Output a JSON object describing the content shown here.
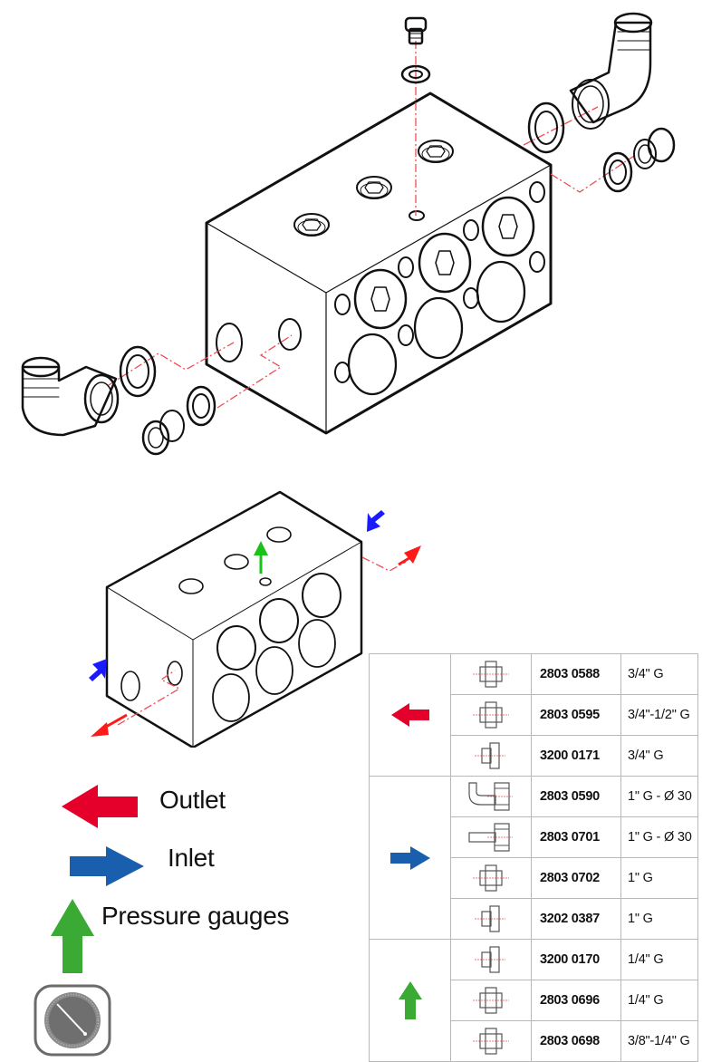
{
  "colors": {
    "outlet": "#e4002b",
    "inlet": "#1a5fad",
    "pressure_gauge": "#3aaa35",
    "axis_line": "#ee4d55",
    "table_border": "#b8b8b8"
  },
  "legend": [
    {
      "key": "outlet",
      "label": "Outlet",
      "arrow": "arrow-left",
      "color": "#e4002b"
    },
    {
      "key": "inlet",
      "label": "Inlet",
      "arrow": "arrow-right",
      "color": "#1a5fad"
    },
    {
      "key": "pressure_gauges",
      "label": "Pressure gauges",
      "arrow": "arrow-up",
      "color": "#3aaa35"
    }
  ],
  "gauge_icon": "pressure-gauge-icon",
  "parts_table": {
    "groups": [
      {
        "key": "outlet",
        "arrow": "arrow-left",
        "rows": [
          {
            "symbol": "double-nipple",
            "code": "2803 0588",
            "size": "3/4\" G"
          },
          {
            "symbol": "double-nipple",
            "code": "2803 0595",
            "size": "3/4\"-1/2\" G"
          },
          {
            "symbol": "plug",
            "code": "3200 0171",
            "size": "3/4\" G"
          }
        ]
      },
      {
        "key": "inlet",
        "arrow": "arrow-right",
        "rows": [
          {
            "symbol": "elbow-hose-fitting",
            "code": "2803 0590",
            "size": "1\" G - Ø 30"
          },
          {
            "symbol": "straight-hose-fitting",
            "code": "2803 0701",
            "size": "1\" G - Ø 30"
          },
          {
            "symbol": "double-nipple",
            "code": "2803 0702",
            "size": "1\" G"
          },
          {
            "symbol": "plug",
            "code": "3202 0387",
            "size": "1\" G"
          }
        ]
      },
      {
        "key": "pressure_gauges",
        "arrow": "arrow-up",
        "rows": [
          {
            "symbol": "plug",
            "code": "3200 0170",
            "size": "1/4\" G"
          },
          {
            "symbol": "double-nipple",
            "code": "2803 0696",
            "size": "1/4\" G"
          },
          {
            "symbol": "double-nipple",
            "code": "2803 0698",
            "size": "3/8\"-1/4\" G"
          }
        ]
      }
    ]
  }
}
